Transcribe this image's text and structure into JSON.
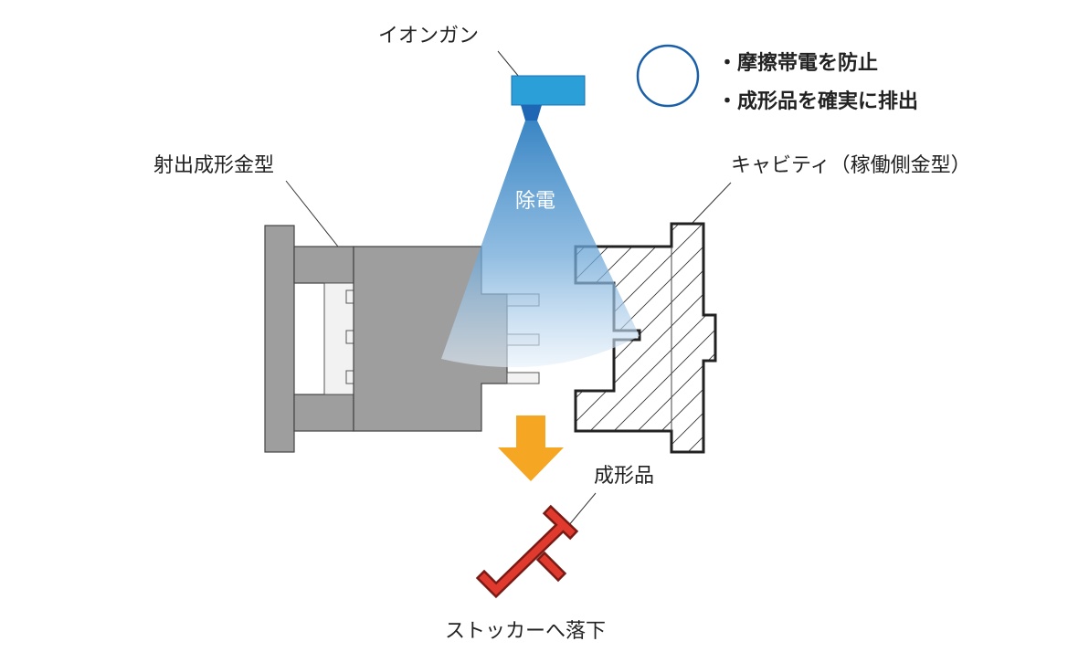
{
  "labels": {
    "ion_gun": "イオンガン",
    "neutralize": "除電",
    "injection_mold": "射出成形金型",
    "cavity": "キャビティ（稼働側金型）",
    "molded_part": "成形品",
    "stocker": "ストッカーへ落下"
  },
  "benefits": [
    "・摩擦帯電を防止",
    "・成形品を確実に排出"
  ],
  "colors": {
    "ion_gun": "#2a9fd8",
    "ion_nozzle": "#1f67b5",
    "cone_top": "#2f7fc1",
    "arrow": "#f5a623",
    "part": "#e03a2f",
    "circle": "#1a5fa8",
    "mold": "#9e9e9e"
  }
}
